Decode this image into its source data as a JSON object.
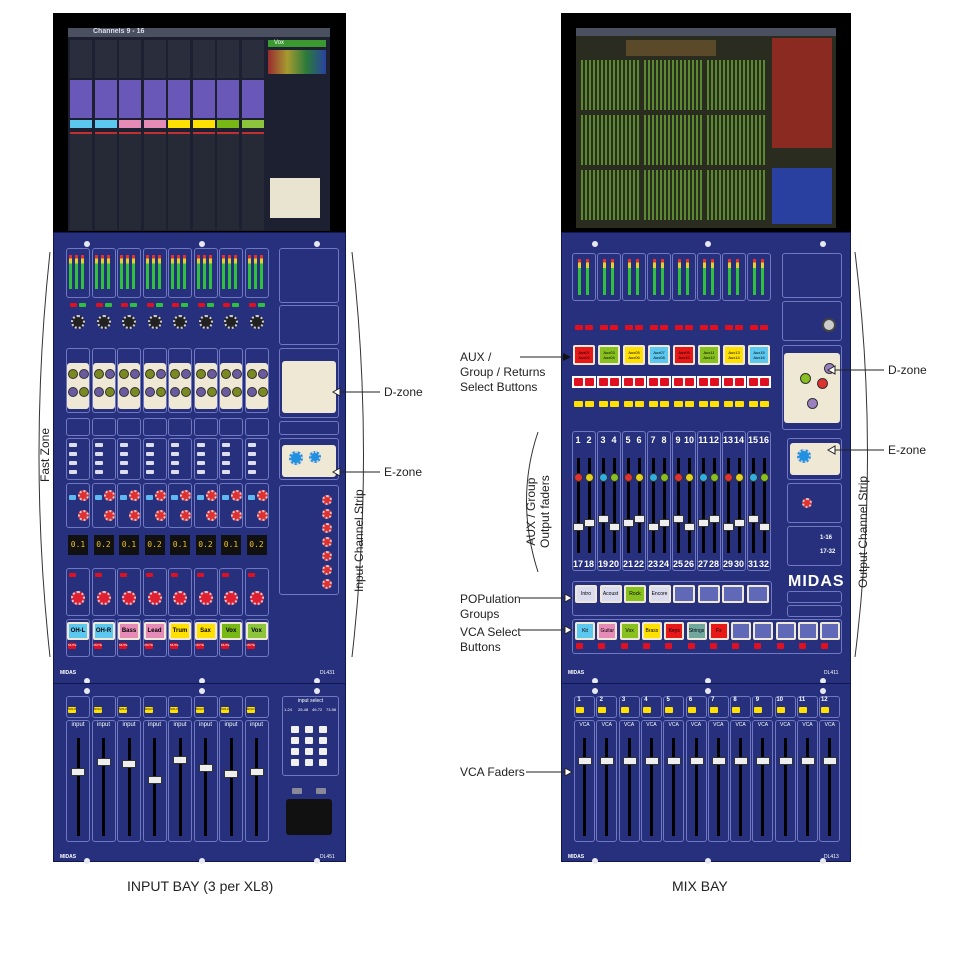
{
  "input_bay": {
    "caption": "INPUT BAY (3 per XL8)",
    "screen_title": "Channels 9 - 16",
    "screen_tab": "Vox",
    "brand": "MIDAS",
    "model_top": "DL431",
    "model_bottom": "DL451",
    "scribble_strips": [
      {
        "label": "OH-L",
        "color": "#5cc8ef"
      },
      {
        "label": "OH-R",
        "color": "#5cc8ef"
      },
      {
        "label": "Bass",
        "color": "#e68ab8"
      },
      {
        "label": "Lead",
        "color": "#e68ab8"
      },
      {
        "label": "Trum",
        "color": "#ffe000"
      },
      {
        "label": "Sax",
        "color": "#ffe000"
      },
      {
        "label": "Vox",
        "color": "#78b814"
      },
      {
        "label": "Vox",
        "color": "#8cc43c"
      }
    ],
    "display_values": [
      "0.1",
      "0.2",
      "0.1",
      "0.2",
      "0.1",
      "0.2",
      "0.1",
      "0.2"
    ],
    "fader_label": "input",
    "input_select_title": "input select",
    "input_select_ranges": [
      "1-24",
      "25-48",
      "49-72",
      "73-96"
    ],
    "mute_label": "MUTE",
    "solo_label": "SOLO"
  },
  "mix_bay": {
    "caption": "MIX BAY",
    "brand": "MIDAS",
    "model_top": "DL411",
    "model_bottom": "DL413",
    "aux_select": [
      {
        "label": "Aux01 Aux02",
        "color": "#e81818"
      },
      {
        "label": "Aux03 Aux04",
        "color": "#88c020"
      },
      {
        "label": "Aux05 Aux06",
        "color": "#ffe000"
      },
      {
        "label": "Aux07 Aux08",
        "color": "#5cc8ef"
      },
      {
        "label": "Aux09 Aux10",
        "color": "#e81818"
      },
      {
        "label": "Aux11 Aux12",
        "color": "#88c020"
      },
      {
        "label": "Aux13 Aux14",
        "color": "#ffe000"
      },
      {
        "label": "Aux15 Aux16",
        "color": "#5cc8ef"
      }
    ],
    "fader_numbers_top": [
      "1",
      "2",
      "3",
      "4",
      "5",
      "6",
      "7",
      "8",
      "9",
      "10",
      "11",
      "12",
      "13",
      "14",
      "15",
      "16"
    ],
    "fader_numbers_bottom": [
      "17",
      "18",
      "19",
      "20",
      "21",
      "22",
      "23",
      "24",
      "25",
      "26",
      "27",
      "28",
      "29",
      "30",
      "31",
      "32"
    ],
    "population_groups": [
      {
        "label": "Intro",
        "color": "#dcdcf0"
      },
      {
        "label": "Acoust",
        "color": "#dcdcf0"
      },
      {
        "label": "Rock",
        "color": "#88c020"
      },
      {
        "label": "Encore",
        "color": "#dcdcf0"
      },
      {
        "label": "",
        "color": "#6068b8"
      },
      {
        "label": "",
        "color": "#6068b8"
      },
      {
        "label": "",
        "color": "#6068b8"
      },
      {
        "label": "",
        "color": "#6068b8"
      }
    ],
    "vca_select": [
      {
        "label": "Kit",
        "color": "#5cc8ef"
      },
      {
        "label": "Guitar",
        "color": "#e68ab8"
      },
      {
        "label": "Vox",
        "color": "#88c020"
      },
      {
        "label": "Brass",
        "color": "#ffe000"
      },
      {
        "label": "Keys",
        "color": "#e81818"
      },
      {
        "label": "Strings",
        "color": "#70a8a0"
      },
      {
        "label": "Fx",
        "color": "#e81818"
      },
      {
        "label": "",
        "color": "#6068b8"
      },
      {
        "label": "",
        "color": "#6068b8"
      },
      {
        "label": "",
        "color": "#6068b8"
      },
      {
        "label": "",
        "color": "#6068b8"
      },
      {
        "label": "",
        "color": "#6068b8"
      }
    ],
    "vca_numbers": [
      "1",
      "2",
      "3",
      "4",
      "5",
      "6",
      "7",
      "8",
      "9",
      "10",
      "11",
      "12"
    ],
    "vca_fader_label": "VCA",
    "matrix_ranges": [
      "1-16",
      "17-32"
    ]
  },
  "annotations": {
    "fast_zone": "Fast Zone",
    "input_channel_strip": "Input Channel Strip",
    "d_zone_left": "D-zone",
    "e_zone_left": "E-zone",
    "d_zone_right": "D-zone",
    "e_zone_right": "E-zone",
    "output_channel_strip": "Output Channel Strip",
    "aux_select": [
      "AUX /",
      "Group / Returns",
      "Select Buttons"
    ],
    "aux_faders": [
      "AUX / Group",
      "Output faders"
    ],
    "pop_groups": [
      "POPulation",
      "Groups"
    ],
    "vca_select": [
      "VCA Select",
      "Buttons"
    ],
    "vca_faders": "VCA Faders"
  },
  "colors": {
    "panel": "#26307d",
    "mute": "#e01020",
    "solo": "#ffe000",
    "screen": "#000000"
  }
}
